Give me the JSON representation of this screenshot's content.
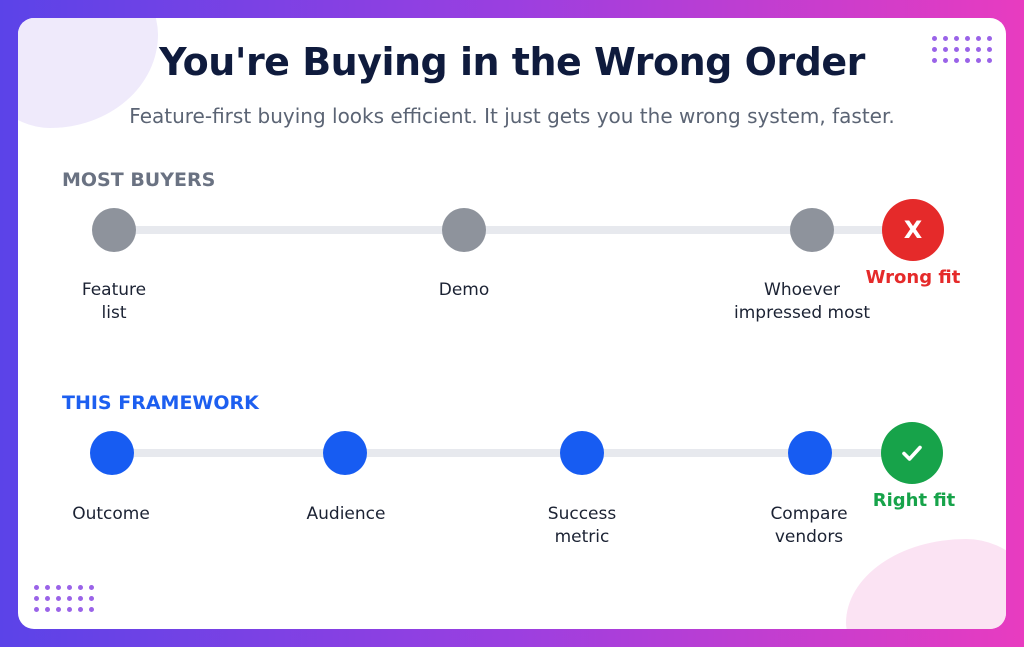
{
  "title": "You're Buying in the Wrong Order",
  "subtitle": "Feature-first buying looks efficient. It just gets you the wrong system, faster.",
  "colors": {
    "gray_node": "#8e939c",
    "blue_node": "#175cf2",
    "wrong": "#e52a2a",
    "right": "#17a34a",
    "blue_label": "#1d5ff0"
  },
  "most_buyers": {
    "label": "MOST BUYERS",
    "steps": [
      {
        "line1": "Feature",
        "line2": "list"
      },
      {
        "line1": "Demo",
        "line2": ""
      },
      {
        "line1": "Whoever",
        "line2": "impressed most"
      }
    ],
    "outcome": {
      "icon_text": "X",
      "icon": "x-icon",
      "label": "Wrong fit"
    }
  },
  "framework": {
    "label": "THIS FRAMEWORK",
    "steps": [
      {
        "line1": "Outcome",
        "line2": ""
      },
      {
        "line1": "Audience",
        "line2": ""
      },
      {
        "line1": "Success",
        "line2": "metric"
      },
      {
        "line1": "Compare",
        "line2": "vendors"
      }
    ],
    "outcome": {
      "icon": "check-icon",
      "label": "Right fit"
    }
  }
}
